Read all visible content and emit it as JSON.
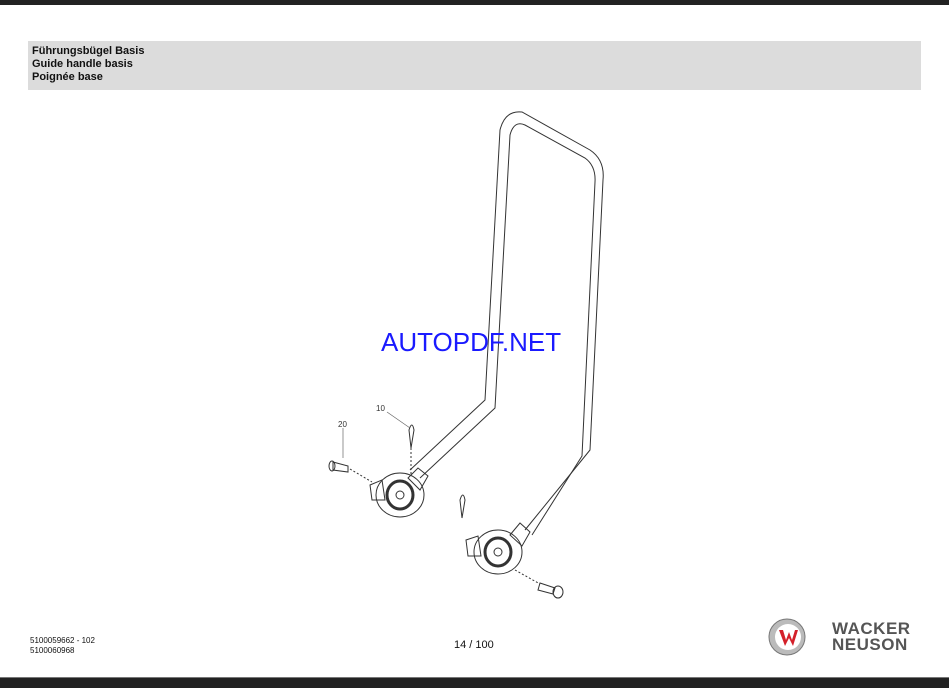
{
  "header": {
    "title_de": "Führungsbügel Basis",
    "title_en": "Guide handle basis",
    "title_fr": "Poignée base"
  },
  "watermark": "AUTOPDF.NET",
  "callouts": [
    "10",
    "20"
  ],
  "footer": {
    "doc_number_1": "5100059662 - 102",
    "doc_number_2": "5100060968",
    "page": "14 / 100",
    "brand_line1": "WACKER",
    "brand_line2": "NEUSON"
  },
  "colors": {
    "brand_red": "#d4202a",
    "watermark": "#1a1aff"
  }
}
